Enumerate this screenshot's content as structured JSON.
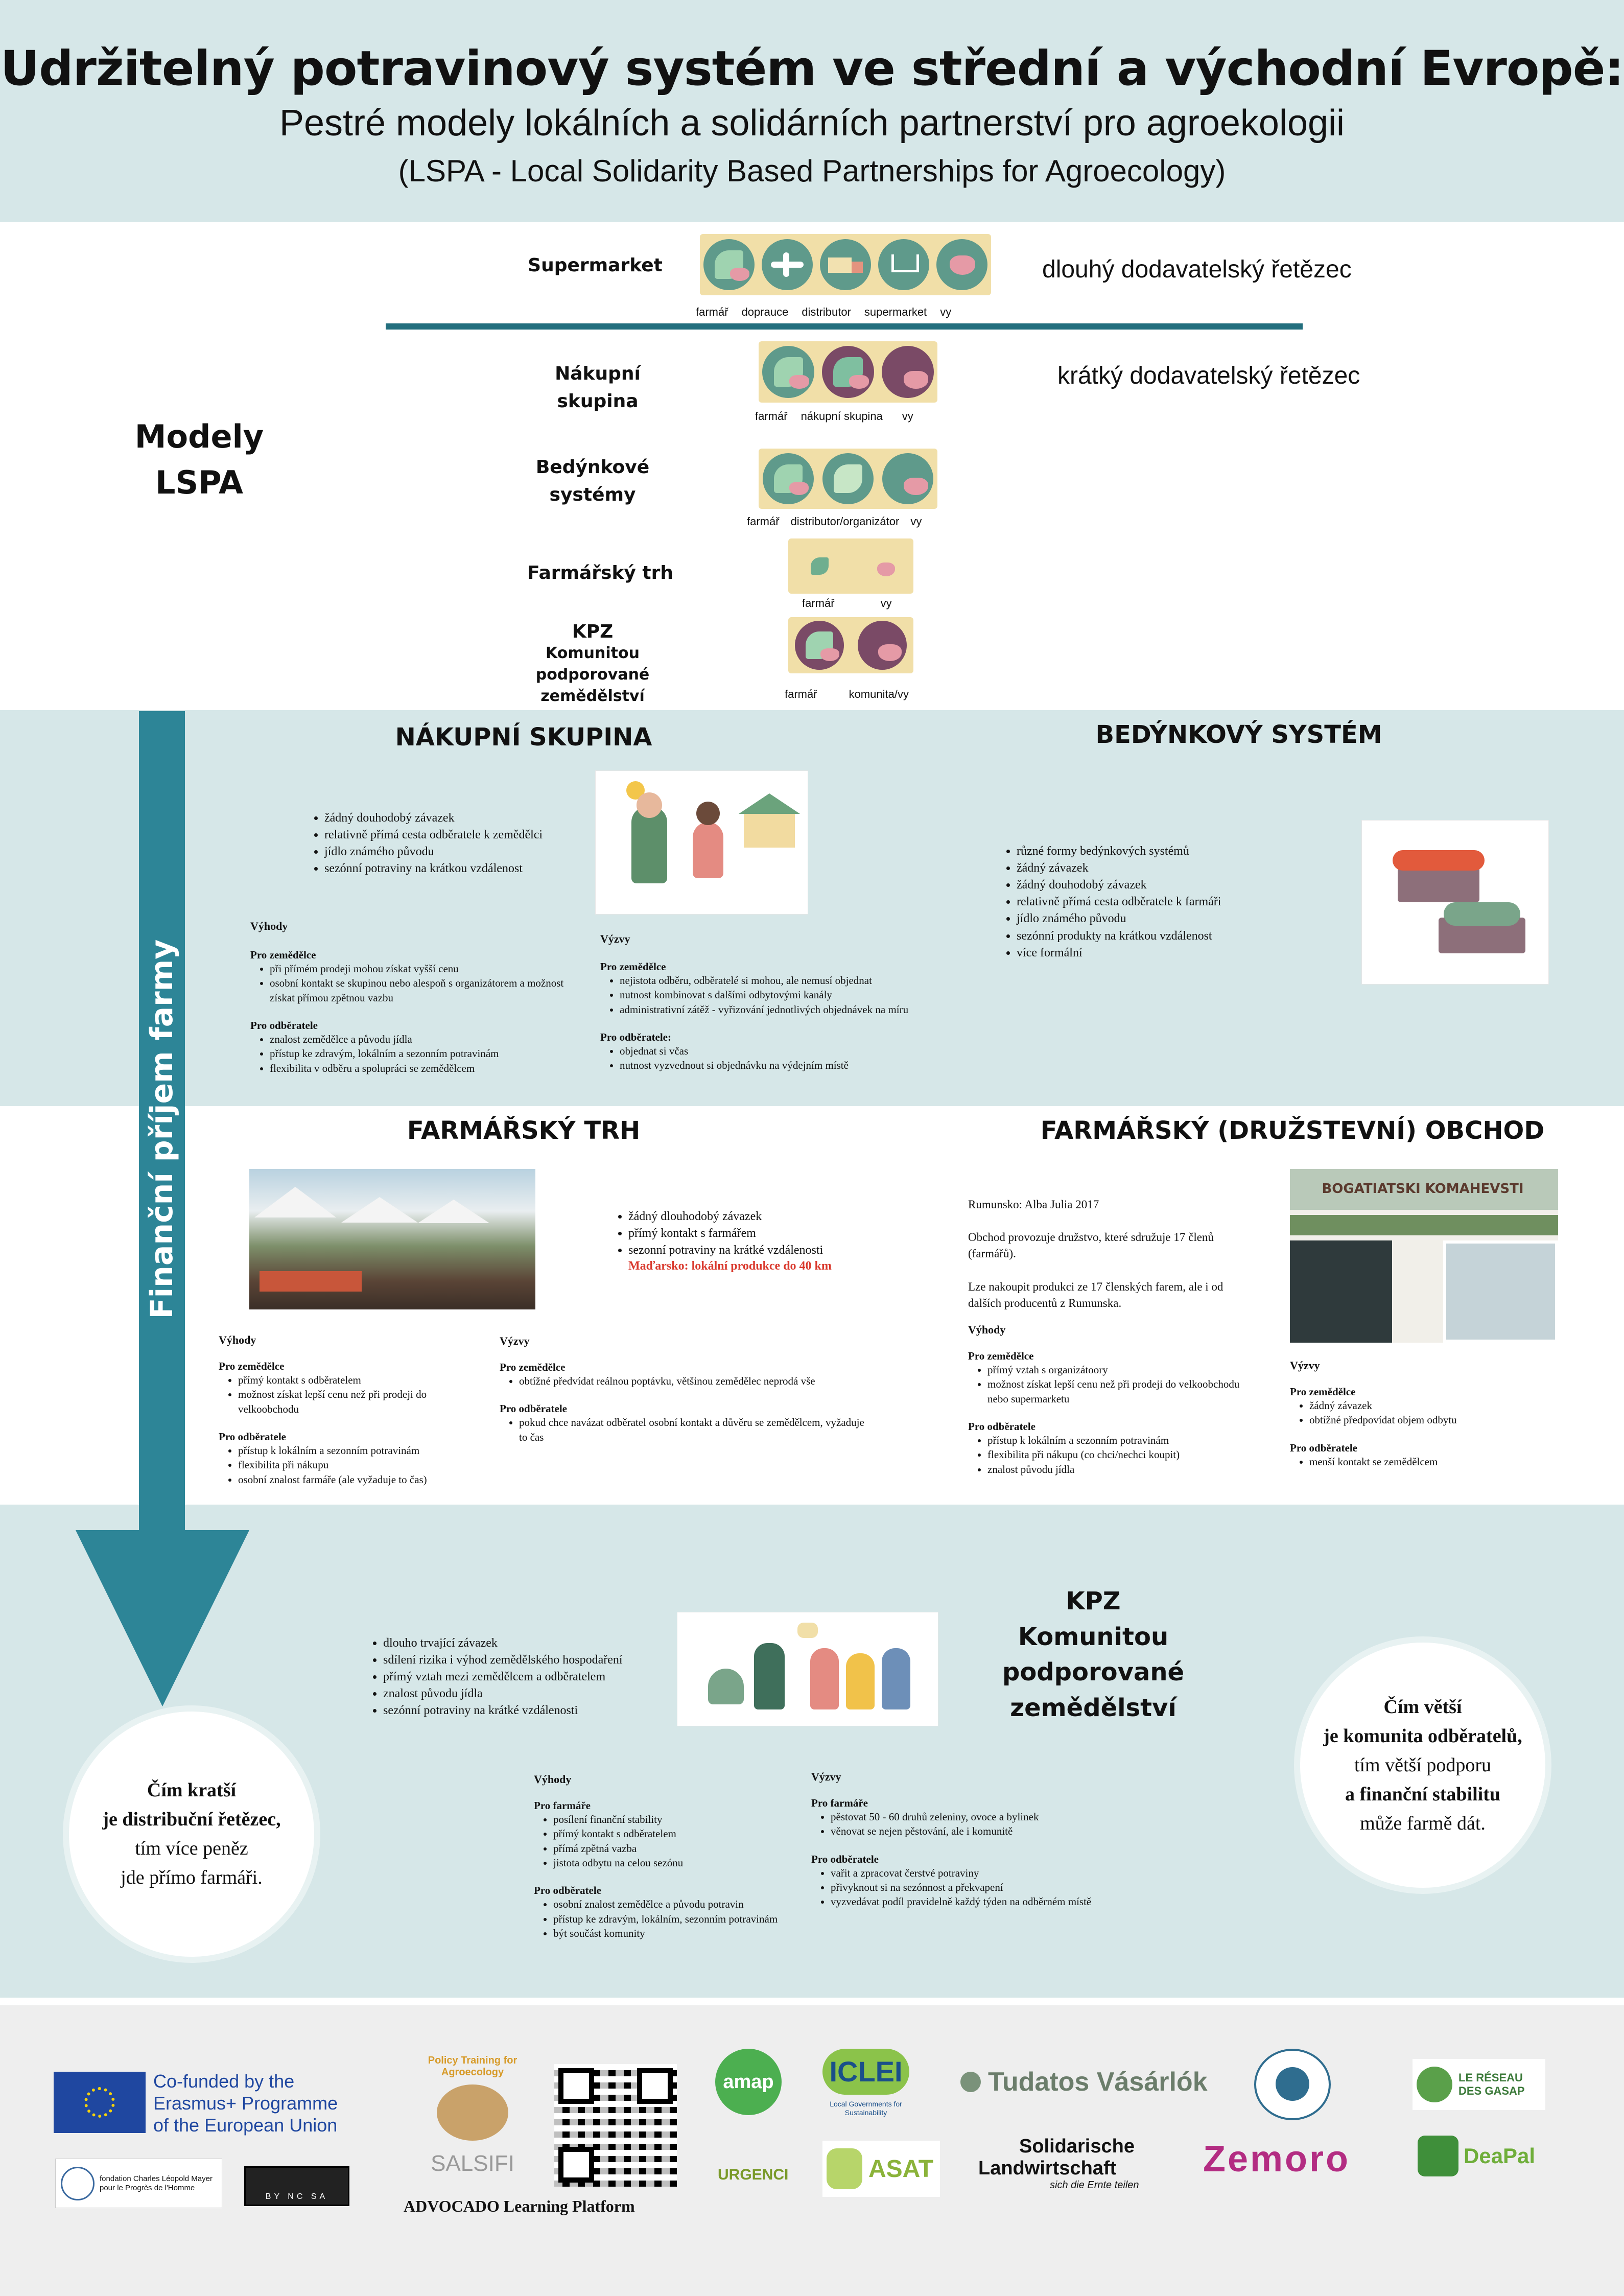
{
  "header": {
    "title": "Udržitelný potravinový systém ve střední a východní Evropě:",
    "subtitle": "Pestré modely lokálních a solidárních partnerství pro agroekologii",
    "subtitle2": "(LSPA - Local Solidarity Based Partnerships for Agroecology)"
  },
  "models": {
    "lspa_label": "Modely LSPA",
    "long_chain": "dlouhý dodavatelský řetězec",
    "short_chain": "krátký dodavatelský řetězec",
    "rows": [
      {
        "label": "Supermarket",
        "captions": [
          "farmář",
          "doprauce",
          "distributor",
          "supermarket",
          "vy"
        ]
      },
      {
        "label": "Nákupní skupina",
        "captions": [
          "farmář",
          "nákupní skupina",
          "vy"
        ]
      },
      {
        "label": "Bedýnkové systémy",
        "captions": [
          "farmář",
          "distributor/organizátor",
          "vy"
        ]
      },
      {
        "label": "Farmářský trh",
        "captions": [
          "farmář",
          "vy"
        ]
      },
      {
        "label": "KPZ",
        "sublabel": "Komunitou podporované zemědělství",
        "captions": [
          "farmář",
          "komunita/vy"
        ]
      }
    ]
  },
  "arrow_label": "Finanční příjem farmy",
  "nakupni": {
    "title": "NÁKUPNÍ SKUPINA",
    "bullets": [
      "žádný douhodobý závazek",
      "relativně přímá cesta odběratele k zemědělci",
      "jídlo známého původu",
      "sezónní potraviny na krátkou vzdálenost"
    ],
    "vyhody_title": "Výhody",
    "vyhody_sub1": "Pro zemědělce",
    "vyhody_list1": [
      "při přímém prodeji mohou získat vyšší cenu",
      "osobní kontakt se skupinou nebo alespoň s organizátorem a možnost získat přímou zpětnou vazbu"
    ],
    "vyhody_sub2": "Pro odběratele",
    "vyhody_list2": [
      "znalost zemědělce a původu jídla",
      "přístup ke zdravým, lokálním a sezonním potravinám",
      "flexibilita v odběru a spolupráci se zemědělcem"
    ],
    "vyzvy_title": "Výzvy",
    "vyzvy_sub1": "Pro zemědělce",
    "vyzvy_list1": [
      "nejistota odběru, odběratelé si mohou, ale nemusí objednat",
      "nutnost kombinovat s dalšími odbytovými kanály",
      "administrativní zátěž - vyřizování jednotlivých objednávek na míru"
    ],
    "vyzvy_sub2": "Pro odběratele:",
    "vyzvy_list2": [
      "objednat si včas",
      "nutnost vyzvednout si objednávku na výdejním místě"
    ]
  },
  "bedynkovy": {
    "title": "BEDÝNKOVÝ SYSTÉM",
    "bullets": [
      "různé formy bedýnkových systémů",
      "žádný závazek",
      "žádný douhodobý závazek",
      "relativně přímá cesta odběratele k farmáři",
      "jídlo známého původu",
      "sezónní produkty na krátkou vzdálenost",
      "více formální"
    ]
  },
  "trh": {
    "title": "FARMÁŘSKÝ TRH",
    "bullets": [
      "žádný dlouhodobý závazek",
      "přímý kontakt s farmářem",
      "sezonní potraviny na krátké vzdálenosti"
    ],
    "highlight": "Maďarsko: lokální produkce do 40 km",
    "vyhody_title": "Výhody",
    "vyhody_sub1": "Pro zemědělce",
    "vyhody_list1": [
      "přímý kontakt s odběratelem",
      "možnost získat lepší cenu než při prodeji do velkoobchodu"
    ],
    "vyhody_sub2": "Pro odběratele",
    "vyhody_list2": [
      "přístup k lokálním a sezonním potravinám",
      "flexibilita při nákupu",
      "osobní znalost farmáře (ale vyžaduje to čas)"
    ],
    "vyzvy_title": "Výzvy",
    "vyzvy_sub1": "Pro zemědělce",
    "vyzvy_list1": [
      "obtížné předvídat reálnou poptávku, většinou zemědělec neprodá vše"
    ],
    "vyzvy_sub2": "Pro odběratele",
    "vyzvy_list2": [
      "pokud chce navázat odběratel osobní kontakt a důvěru se zemědělcem, vyžaduje to čas"
    ]
  },
  "obchod": {
    "title": "FARMÁŘSKÝ (DRUŽSTEVNÍ) OBCHOD",
    "p1": "Rumunsko: Alba Julia 2017",
    "p2": "Obchod provozuje družstvo, které sdružuje 17 členů (farmářů).",
    "p3": "Lze nakoupit produkci ze 17 členských farem, ale i od dalších producentů z Rumunska.",
    "shop_sign": "BOGATIATSKI KOMAHEVSTI",
    "vyhody_title": "Výhody",
    "vyhody_sub1": "Pro zemědělce",
    "vyhody_list1": [
      "přímý vztah s organizátoory",
      "možnost získat lepší cenu než při prodeji do velkoobchodu nebo supermarketu"
    ],
    "vyhody_sub2": "Pro odběratele",
    "vyhody_list2": [
      "přístup k lokálním a sezonním potravinám",
      "flexibilita při nákupu (co chci/nechci koupit)",
      "znalost původu jídla"
    ],
    "vyzvy_title": "Výzvy",
    "vyzvy_sub1": "Pro zemědělce",
    "vyzvy_list1": [
      "žádný závazek",
      "obtížné předpovídat objem odbytu"
    ],
    "vyzvy_sub2": "Pro odběratele",
    "vyzvy_list2": [
      "menší kontakt se zemědělcem"
    ]
  },
  "kpz": {
    "title": "KPZ Komunitou podporované zemědělství",
    "title_lines": [
      "KPZ",
      "Komunitou",
      "podporované",
      "zemědělství"
    ],
    "bullets": [
      "dlouho trvající závazek",
      "sdílení rizika i výhod zemědělského hospodaření",
      "přímý vztah mezi zemědělcem a odběratelem",
      "znalost původu jídla",
      "sezónní potraviny na krátké vzdálenosti"
    ],
    "vyhody_title": "Výhody",
    "vyhody_sub1": "Pro farmáře",
    "vyhody_list1": [
      "posílení finanční stability",
      "přímý kontakt s odběratelem",
      "přímá zpětná vazba",
      "jistota odbytu na celou sezónu"
    ],
    "vyhody_sub2": "Pro odběratele",
    "vyhody_list2": [
      "osobní znalost zemědělce a původu potravin",
      "přístup ke zdravým, lokálním, sezonním potravinám",
      "být součást komunity"
    ],
    "vyzvy_title": "Výzvy",
    "vyzvy_sub1": "Pro farmáře",
    "vyzvy_list1": [
      "pěstovat 50 - 60 druhů zeleniny, ovoce a bylinek",
      "věnovat se nejen pěstování, ale i komunitě"
    ],
    "vyzvy_sub2": "Pro odběratele",
    "vyzvy_list2": [
      "vařit a zpracovat čerstvé potraviny",
      "přivyknout si na sezónnost a překvapení",
      "vyzvedávat podíl pravidelně každý týden na odběrném místě"
    ]
  },
  "bubble_left": {
    "line1": "Čím kratší",
    "line2": "je distribuční řetězec,",
    "line3": "tím více peněz",
    "line4": "jde přímo farmáři."
  },
  "bubble_right": {
    "line1": "Čím větší",
    "line2": "je komunita odběratelů,",
    "line3": "tím větší podporu",
    "line4": "a finanční stabilitu",
    "line5": "může farmě dát."
  },
  "footer": {
    "erasmus": "Co-funded by the Erasmus+ Programme of the European Union",
    "erasmus_lines": [
      "Co-funded by the",
      "Erasmus+ Programme",
      "of the European Union"
    ],
    "fph": "fondation Charles Léopold Mayer pour le Progrès de l'Homme",
    "cc": "BY NC SA",
    "salsifi": "SALSIFI",
    "salsifi_arc": "Policy Training for Agroecology",
    "platform": "ADVOCADO Learning Platform",
    "amap": "amap",
    "urgenci": "URGENCI",
    "iclei": "ICLEI",
    "iclei_sub": "Local Governments for Sustainability",
    "asat": "ASAT",
    "tudatos": "Tudatos Vásárlók",
    "solidarische_line1": "Solidarische",
    "solidarische_line2": "Landwirtschaft",
    "solidarische_tag": "sich die Ernte teilen",
    "zemoro": "Zemoro",
    "gasap": "LE RÉSEAU DES GASAP",
    "deapal": "DeaPal"
  },
  "colors": {
    "teal_band": "#d6e7e8",
    "arrow": "#2d8597",
    "footer": "#eeeeee",
    "highlight_red": "#d9382c"
  }
}
